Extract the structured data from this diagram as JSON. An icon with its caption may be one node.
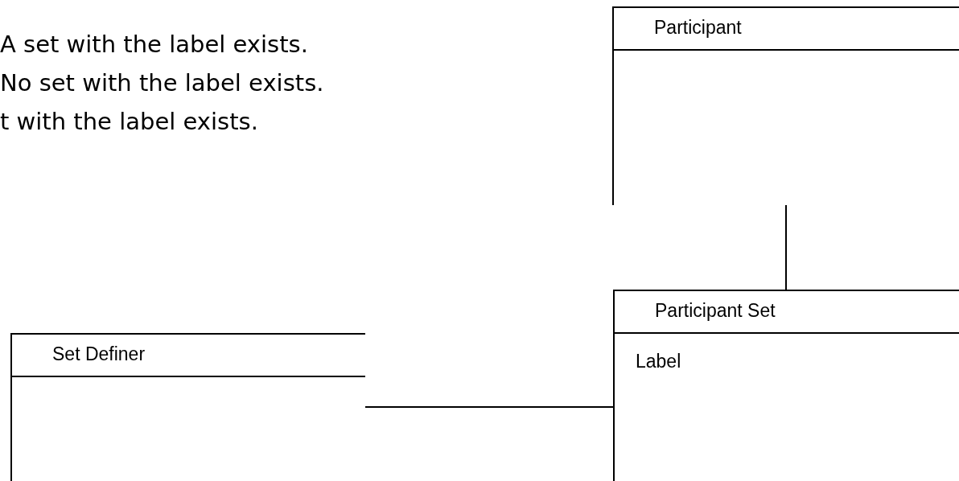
{
  "diagram": {
    "nodes": [
      {
        "text": [
          "Participant"
        ]
      },
      {
        "text": [
          "Participant Set",
          "Label"
        ]
      },
      {
        "text": [
          "Set Definer"
        ]
      }
    ],
    "edges": [
      {
        "from": 0,
        "to": 1,
        "arrow": "none"
      },
      {
        "from": 2,
        "to": 1,
        "arrow": "none"
      }
    ],
    "labels": [
      "A set with the label exists.",
      "No set with the label exists.",
      "t with the label exists."
    ]
  }
}
